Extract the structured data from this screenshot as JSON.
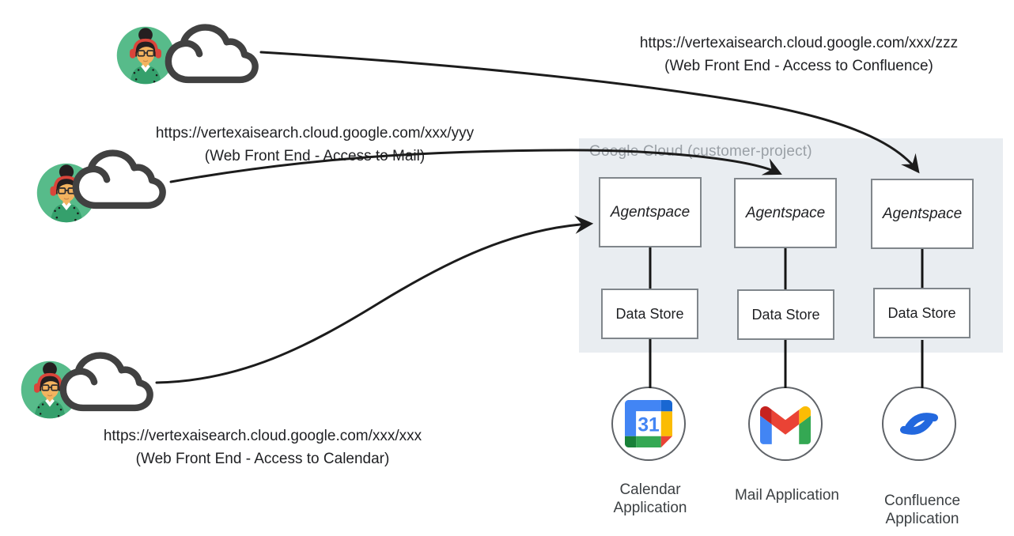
{
  "diagram": {
    "container_title": "Google Cloud (customer-project)",
    "access_labels": [
      {
        "url": "https://vertexaisearch.cloud.google.com/xxx/zzz",
        "caption": "(Web Front End - Access to Confluence)"
      },
      {
        "url": "https://vertexaisearch.cloud.google.com/xxx/yyy",
        "caption": "(Web Front End - Access to Mail)"
      },
      {
        "url": "https://vertexaisearch.cloud.google.com/xxx/xxx",
        "caption": "(Web Front End - Access to Calendar)"
      }
    ],
    "columns": [
      {
        "engine": "Agentspace",
        "store": "Data Store",
        "app": "Calendar Application",
        "icon": "google-calendar-icon"
      },
      {
        "engine": "Agentspace",
        "store": "Data Store",
        "app": "Mail Application",
        "icon": "gmail-icon"
      },
      {
        "engine": "Agentspace",
        "store": "Data Store",
        "app": "Confluence Application",
        "icon": "confluence-icon"
      }
    ],
    "calendar_day": "31",
    "colors": {
      "container_bg": "#e9edf1",
      "box_border": "#80868b",
      "container_title": "#9aa0a6",
      "arrow": "#1c1c1c",
      "text": "#202124",
      "avatar_green": "#57bb8a",
      "calendar_blue": "#4285f4",
      "gmail_red": "#ea4335",
      "confluence_blue": "#2368de"
    }
  }
}
